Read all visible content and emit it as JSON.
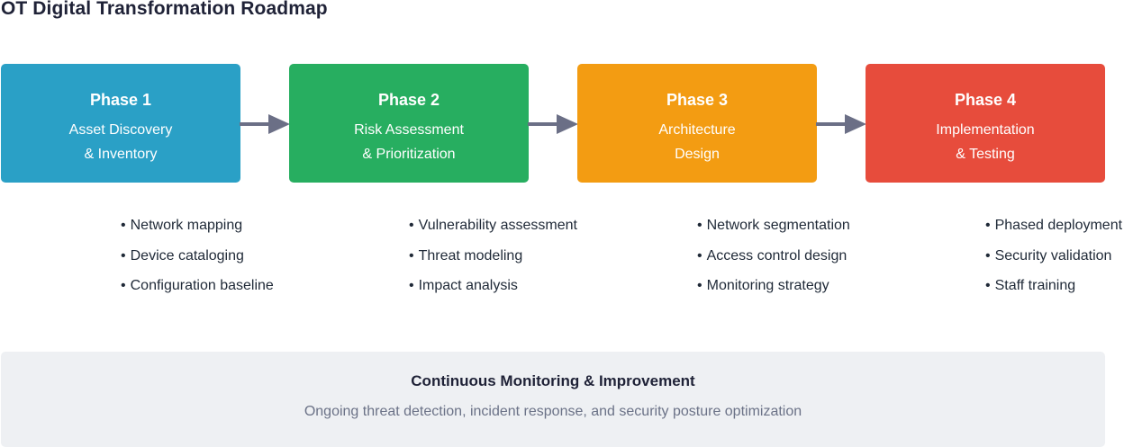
{
  "title": "OT Digital Transformation Roadmap",
  "colors": {
    "phase1": "#2aa0c6",
    "phase2": "#27ae60",
    "phase3": "#f39c12",
    "phase4": "#e74c3c",
    "arrow": "#6b6f86"
  },
  "phases": [
    {
      "title": "Phase 1",
      "line1": "Asset Discovery",
      "line2": "& Inventory",
      "bullets": [
        "Network mapping",
        "Device cataloging",
        "Configuration baseline"
      ]
    },
    {
      "title": "Phase 2",
      "line1": "Risk Assessment",
      "line2": "& Prioritization",
      "bullets": [
        "Vulnerability assessment",
        "Threat modeling",
        "Impact analysis"
      ]
    },
    {
      "title": "Phase 3",
      "line1": "Architecture",
      "line2": "Design",
      "bullets": [
        "Network segmentation",
        "Access control design",
        "Monitoring strategy"
      ]
    },
    {
      "title": "Phase 4",
      "line1": "Implementation",
      "line2": "& Testing",
      "bullets": [
        "Phased deployment",
        "Security validation",
        "Staff training"
      ]
    }
  ],
  "footer": {
    "title": "Continuous Monitoring & Improvement",
    "description": "Ongoing threat detection, incident response, and security posture optimization"
  }
}
